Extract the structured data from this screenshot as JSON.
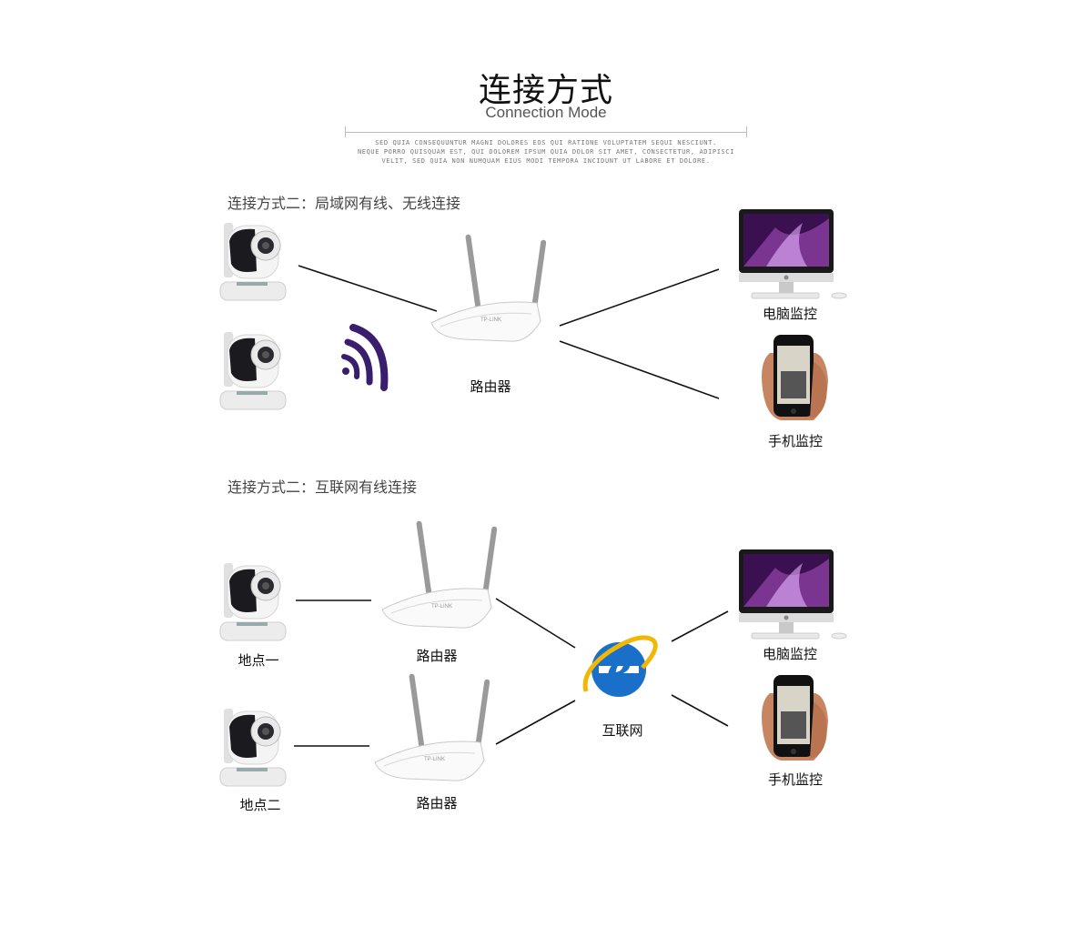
{
  "header": {
    "title_cn": "连接方式",
    "title_en": "Connection Mode",
    "lorem": [
      "SED QUIA CONSEQUUNTUR MAGNI DOLORES EOS QUI RATIONE VOLUPTATEM SEQUI NESCIUNT.",
      "NEQUE PORRO QUISQUAM EST, QUI DOLOREM IPSUM QUIA DOLOR SIT AMET, CONSECTETUR, ADIPISCI",
      "VELIT, SED QUIA NON NUMQUAM EIUS MODI TEMPORA INCIDUNT UT LABORE ET DOLORE."
    ]
  },
  "section1": {
    "title": "连接方式二：局域网有线、无线连接",
    "router_label": "路由器",
    "pc_label": "电脑监控",
    "phone_label": "手机监控"
  },
  "section2": {
    "title": "连接方式二：互联网有线连接",
    "site1_label": "地点一",
    "site2_label": "地点二",
    "router1_label": "路由器",
    "router2_label": "路由器",
    "internet_label": "互联网",
    "pc_label": "电脑监控",
    "phone_label": "手机监控"
  },
  "colors": {
    "wifi": "#3a1e6e",
    "ie_blue": "#1a6fc9",
    "ie_ring": "#f2b705",
    "camera_dark": "#1b1b1f"
  }
}
